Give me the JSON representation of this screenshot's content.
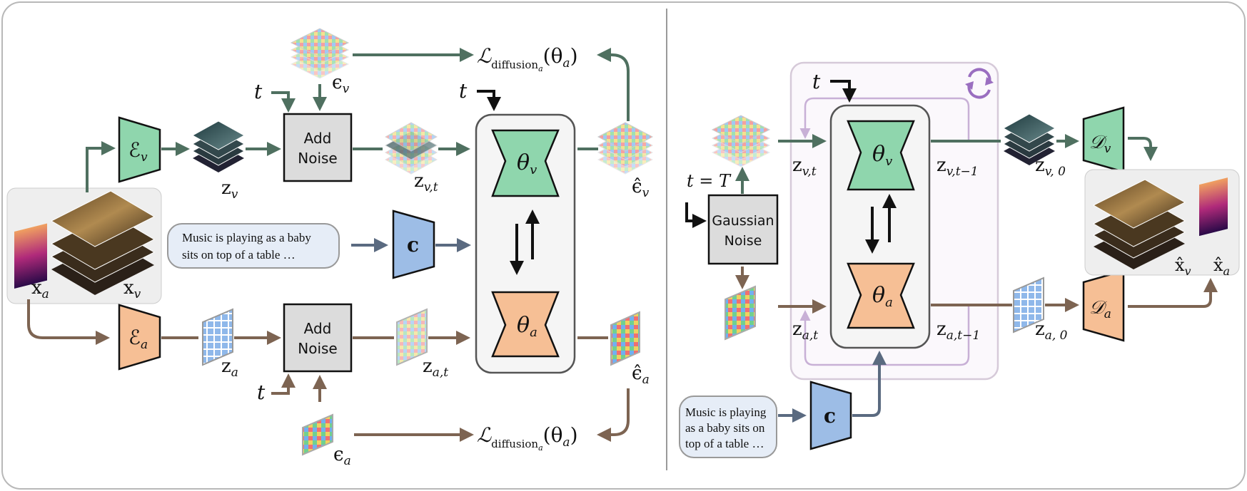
{
  "training": {
    "add_noise_label_1": "Add",
    "add_noise_label_2": "Noise",
    "encoder_v": "ℰ",
    "encoder_v_sub": "v",
    "encoder_a": "ℰ",
    "encoder_a_sub": "a",
    "z_v": "z",
    "z_v_sub": "v",
    "z_a": "z",
    "z_a_sub": "a",
    "z_vt": "z",
    "z_vt_sub": "v,t",
    "z_at": "z",
    "z_at_sub": "a,t",
    "x_a": "x",
    "x_a_sub": "a",
    "x_v": "x",
    "x_v_sub": "v",
    "eps_v": "ϵ",
    "eps_v_sub": "v",
    "eps_a": "ϵ",
    "eps_a_sub": "a",
    "eps_hat_v": "ϵ̂",
    "eps_hat_v_sub": "v",
    "eps_hat_a": "ϵ̂",
    "eps_hat_a_sub": "a",
    "t": "t",
    "theta_v": "θ",
    "theta_v_sub": "v",
    "theta_a": "θ",
    "theta_a_sub": "a",
    "cond": "c",
    "loss_L": "ℒ",
    "loss_sub": "diffusion",
    "loss_subsub": "a",
    "loss_arg": "(θ",
    "loss_arg_sub": "a",
    "loss_close": ")",
    "caption_1": "Music is playing as a baby",
    "caption_2": "sits on top of a table …"
  },
  "inference": {
    "gauss_1": "Gaussian",
    "gauss_2": "Noise",
    "t_eq": "t = T",
    "t": "t",
    "z_vt": "z",
    "z_vt_sub": "v,t",
    "z_at": "z",
    "z_at_sub": "a,t",
    "z_vt1": "z",
    "z_vt1_sub": "v,t−1",
    "z_at1": "z",
    "z_at1_sub": "a,t−1",
    "z_v0": "z",
    "z_v0_sub": "v, 0",
    "z_a0": "z",
    "z_a0_sub": "a, 0",
    "theta_v": "θ",
    "theta_v_sub": "v",
    "theta_a": "θ",
    "theta_a_sub": "a",
    "dec_v": "𝒟",
    "dec_v_sub": "v",
    "dec_a": "𝒟",
    "dec_a_sub": "a",
    "xhat_v": "x̂",
    "xhat_v_sub": "v",
    "xhat_a": "x̂",
    "xhat_a_sub": "a",
    "cond": "c",
    "caption_1": "Music is playing",
    "caption_2": "as a baby sits on",
    "caption_3": "top of a table …"
  },
  "colors": {
    "green_fill": "#8fd6ad",
    "green_arrow": "#4f7060",
    "orange_fill": "#f6bf95",
    "brown_arrow": "#7d6452",
    "blue_fill": "#9dbde6",
    "slate_arrow": "#5a6a80",
    "gray_box": "#dcdcdc",
    "loop_purple": "#c8b0d6",
    "panel_bg": "#fbf8fc"
  }
}
